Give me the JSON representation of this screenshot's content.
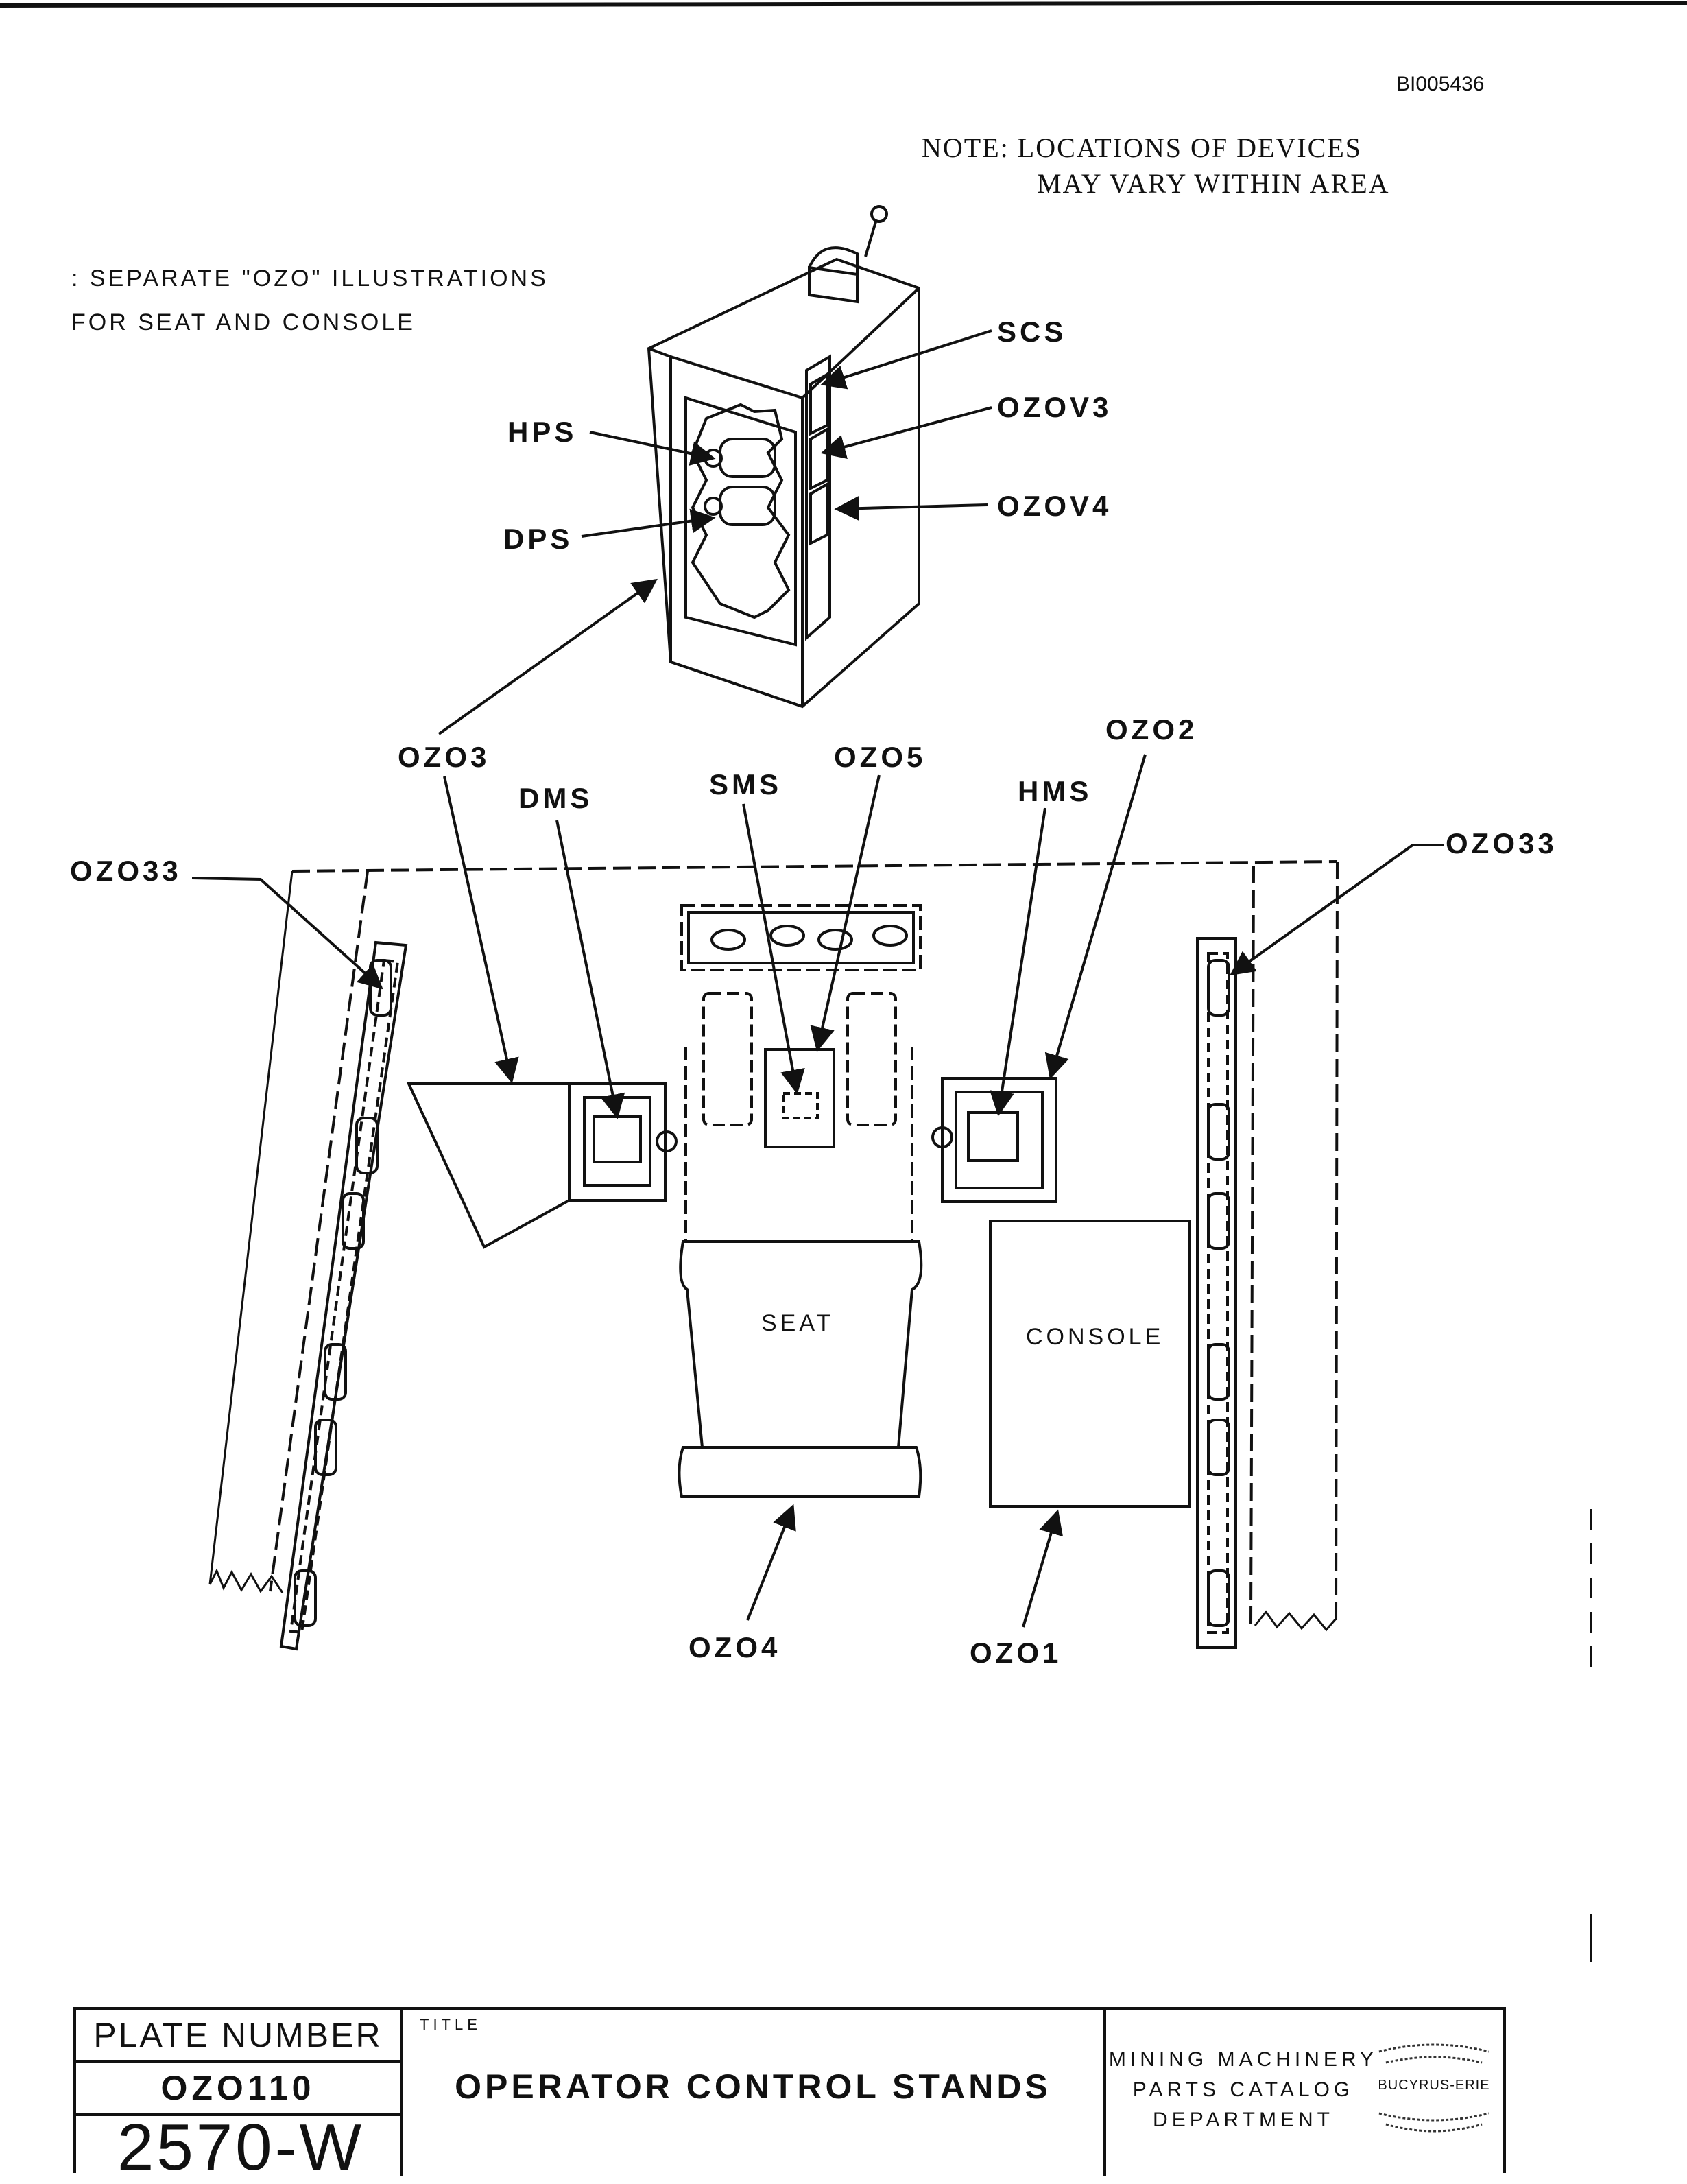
{
  "header": {
    "doc_id": "BI005436",
    "note_line1": "NOTE:  LOCATIONS OF DEVICES",
    "note_line2": "MAY VARY WITHIN AREA",
    "see_line1": ": SEPARATE \"OZO\" ILLUSTRATIONS",
    "see_line2": "FOR SEAT AND CONSOLE"
  },
  "labels": {
    "scs": "SCS",
    "ozov3": "OZOV3",
    "ozov4": "OZOV4",
    "hps": "HPS",
    "dps": "DPS",
    "ozo2": "OZO2",
    "ozo3": "OZO3",
    "ozo5": "OZO5",
    "sms": "SMS",
    "dms": "DMS",
    "hms": "HMS",
    "ozo33_left": "OZO33",
    "ozo33_right": "OZO33",
    "ozo4": "OZO4",
    "ozo1": "OZO1",
    "seat": "SEAT",
    "console": "CONSOLE"
  },
  "title_block": {
    "plate_label": "PLATE NUMBER",
    "plate_number": "OZO110",
    "model": "2570-W",
    "title_label": "TITLE",
    "title": "OPERATOR CONTROL STANDS",
    "dept_line1": "MINING MACHINERY",
    "dept_line2": "PARTS CATALOG",
    "dept_line3": "DEPARTMENT",
    "logo_text": "BUCYRUS-ERIE"
  }
}
